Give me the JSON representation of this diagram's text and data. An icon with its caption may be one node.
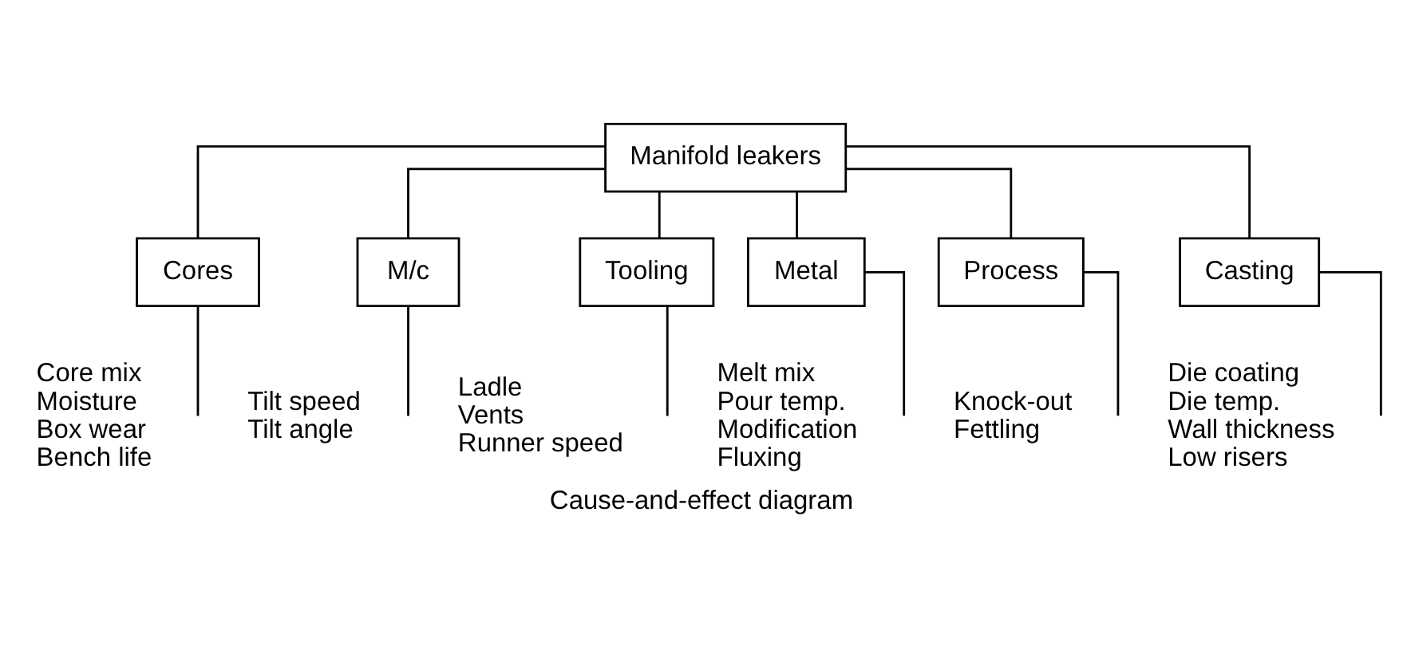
{
  "diagram": {
    "caption": "Cause-and-effect diagram",
    "nodes": [
      {
        "text": [
          "Manifold leakers"
        ]
      },
      {
        "text": [
          "Cores"
        ],
        "beside": [
          "Core mix",
          "Moisture",
          "Box wear",
          "Bench life"
        ]
      },
      {
        "text": [
          "M/c"
        ],
        "beside": [
          "Tilt speed",
          "Tilt angle"
        ]
      },
      {
        "text": [
          "Tooling"
        ],
        "beside": [
          "Ladle",
          "Vents",
          "Runner speed"
        ]
      },
      {
        "text": [
          "Metal"
        ],
        "beside": [
          "Melt mix",
          "Pour temp.",
          "Modification",
          "Fluxing"
        ]
      },
      {
        "text": [
          "Process"
        ],
        "beside": [
          "Knock-out",
          "Fettling"
        ]
      },
      {
        "text": [
          "Casting"
        ],
        "beside": [
          "Die coating",
          "Die temp.",
          "Wall thickness",
          "Low risers"
        ]
      }
    ],
    "edges": [
      {
        "from": 0,
        "to": 1,
        "arrow": "none"
      },
      {
        "from": 0,
        "to": 2,
        "arrow": "none"
      },
      {
        "from": 0,
        "to": 3,
        "arrow": "none"
      },
      {
        "from": 0,
        "to": 4,
        "arrow": "none"
      },
      {
        "from": 0,
        "to": 5,
        "arrow": "none"
      },
      {
        "from": 0,
        "to": 6,
        "arrow": "none"
      },
      {
        "from": 1,
        "to": null,
        "arrow": "none"
      },
      {
        "from": 2,
        "to": null,
        "arrow": "none"
      },
      {
        "from": 3,
        "to": null,
        "arrow": "none"
      },
      {
        "from": 4,
        "to": null,
        "arrow": "none"
      },
      {
        "from": 5,
        "to": null,
        "arrow": "none"
      },
      {
        "from": 6,
        "to": null,
        "arrow": "none"
      }
    ]
  }
}
